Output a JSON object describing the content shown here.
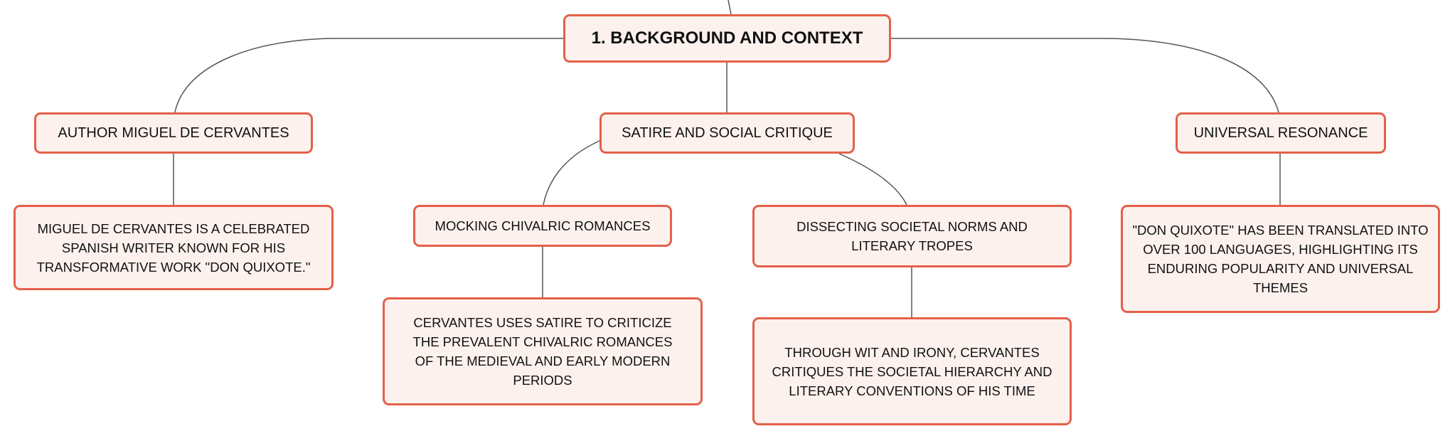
{
  "mindmap": {
    "root": {
      "label": "1. BACKGROUND AND CONTEXT"
    },
    "branches": [
      {
        "label": "AUTHOR MIGUEL DE CERVANTES",
        "detail": "MIGUEL DE CERVANTES IS A CELEBRATED SPANISH WRITER KNOWN FOR HIS TRANSFORMATIVE WORK \"DON QUIXOTE.\""
      },
      {
        "label": "SATIRE AND SOCIAL CRITIQUE",
        "subtopics": [
          {
            "label": "MOCKING CHIVALRIC ROMANCES",
            "detail": "CERVANTES USES SATIRE TO CRITICIZE THE PREVALENT CHIVALRIC ROMANCES OF THE MEDIEVAL AND EARLY MODERN PERIODS"
          },
          {
            "label": "DISSECTING SOCIETAL NORMS AND LITERARY TROPES",
            "detail": "THROUGH WIT AND IRONY, CERVANTES CRITIQUES THE SOCIETAL HIERARCHY AND LITERARY CONVENTIONS OF HIS TIME"
          }
        ]
      },
      {
        "label": "UNIVERSAL RESONANCE",
        "detail": "\"DON QUIXOTE\" HAS BEEN TRANSLATED INTO OVER 100 LANGUAGES, HIGHLIGHTING ITS ENDURING POPULARITY AND UNIVERSAL THEMES"
      }
    ]
  },
  "colors": {
    "node_border": "#e4604a",
    "node_fill": "#fdf1ee",
    "connector": "#555555",
    "text": "#111111"
  }
}
